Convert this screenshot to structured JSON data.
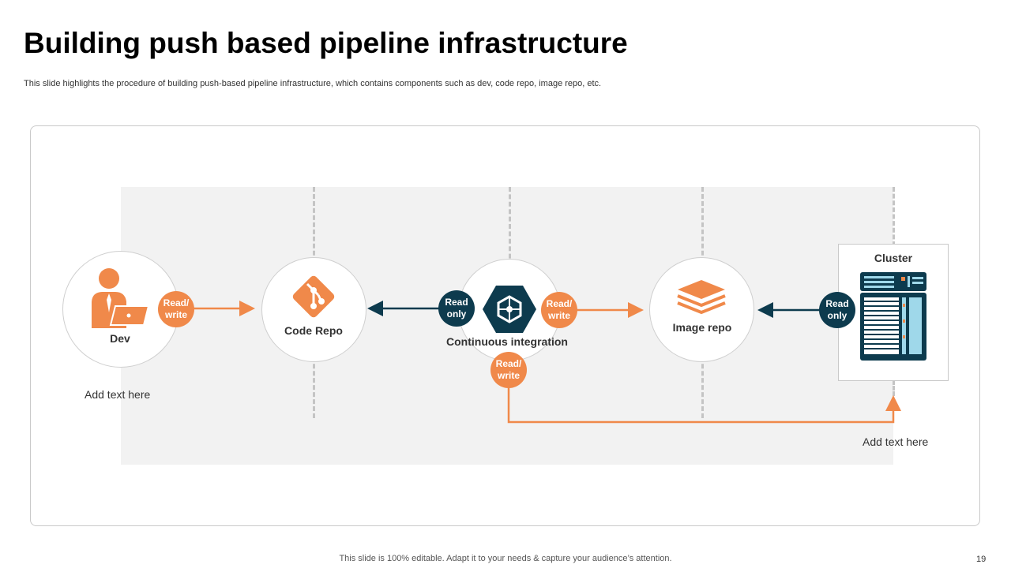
{
  "slide": {
    "title": "Building push based pipeline infrastructure",
    "subtitle": "This slide highlights the procedure of building push-based pipeline infrastructure, which contains components such as dev, code repo, image repo, etc.",
    "footer": "This slide is 100% editable. Adapt it to your needs & capture your audience’s attention.",
    "page_number": "19"
  },
  "nodes": {
    "dev": {
      "label": "Dev",
      "icon": "developer-laptop-icon"
    },
    "code_repo": {
      "label": "Code Repo",
      "icon": "git-icon"
    },
    "ci": {
      "label": "Continuous integration",
      "icon": "kubernetes-hexagon-icon"
    },
    "image_repo": {
      "label": "Image repo",
      "icon": "layers-icon"
    },
    "cluster": {
      "label": "Cluster",
      "icon": "server-rack-icon"
    }
  },
  "badges": {
    "dev_rw": "Read/ write",
    "ci_read_only": "Read only",
    "ci_rw_right": "Read/ write",
    "ci_rw_bottom": "Read/ write",
    "cluster_read_only": "Read only"
  },
  "notes": {
    "dev_note": "Add text here",
    "cluster_note": "Add text here"
  },
  "colors": {
    "accent_orange": "#f0894a",
    "navy": "#0d3b4e",
    "band_gray": "#f2f2f2"
  }
}
